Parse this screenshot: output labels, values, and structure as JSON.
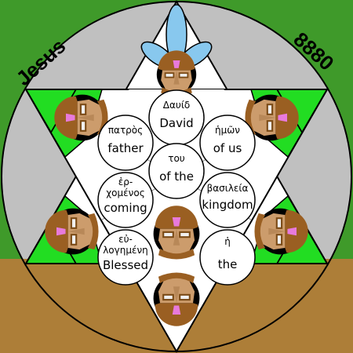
{
  "corner_labels": {
    "left": "Jesus",
    "right": "8880"
  },
  "colors": {
    "sky": "#3f9a2a",
    "ground": "#ad7e38",
    "disc": "#c0c0c0",
    "star": "#ffffff",
    "star_tips": "#22dd22",
    "circle_fill": "#ffffff",
    "petals": "#88c8ee",
    "face_skin": "#cc9c6c",
    "face_hair": "#9a5f22"
  },
  "circles": {
    "top": {
      "greek": "Δαυίδ",
      "english": "David"
    },
    "upper_left": {
      "greek": "πατρὸς",
      "english": "father"
    },
    "upper_right": {
      "greek": "ἡμῶν",
      "english": "of us"
    },
    "center": {
      "greek": "του",
      "english": "of the"
    },
    "lower_left": {
      "greek_line1": "ἐρ-",
      "greek_line2": "χομένος",
      "english": "coming"
    },
    "lower_right": {
      "greek": "βασιλεία",
      "english": "kingdom"
    },
    "bottom_left": {
      "greek_line1": "εὐ-",
      "greek_line2": "λογημένη",
      "english": "Blessed"
    },
    "bottom_right": {
      "greek": "ἡ",
      "english": "the"
    }
  }
}
